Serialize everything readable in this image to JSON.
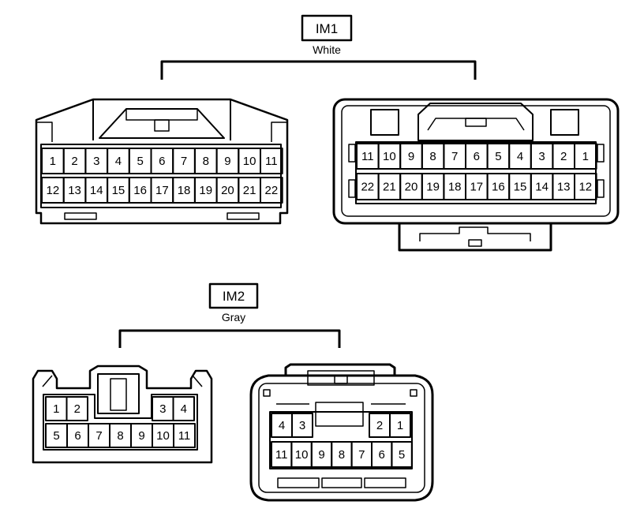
{
  "connectors": [
    {
      "id": "IM1",
      "color": "White",
      "male": {
        "row1": [
          "1",
          "2",
          "3",
          "4",
          "5",
          "6",
          "7",
          "8",
          "9",
          "10",
          "11"
        ],
        "row2": [
          "12",
          "13",
          "14",
          "15",
          "16",
          "17",
          "18",
          "19",
          "20",
          "21",
          "22"
        ]
      },
      "female": {
        "row1": [
          "11",
          "10",
          "9",
          "8",
          "7",
          "6",
          "5",
          "4",
          "3",
          "2",
          "1"
        ],
        "row2": [
          "22",
          "21",
          "20",
          "19",
          "18",
          "17",
          "16",
          "15",
          "14",
          "13",
          "12"
        ]
      }
    },
    {
      "id": "IM2",
      "color": "Gray",
      "male": {
        "row1_left": [
          "1",
          "2"
        ],
        "row1_right": [
          "3",
          "4"
        ],
        "row2": [
          "5",
          "6",
          "7",
          "8",
          "9",
          "10",
          "11"
        ]
      },
      "female": {
        "row1_left": [
          "4",
          "3"
        ],
        "row1_right": [
          "2",
          "1"
        ],
        "row2": [
          "11",
          "10",
          "9",
          "8",
          "7",
          "6",
          "5"
        ]
      }
    }
  ]
}
